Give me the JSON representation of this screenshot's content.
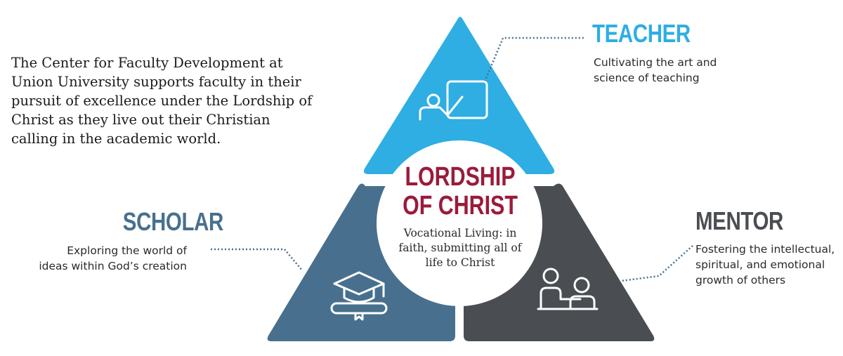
{
  "intro": {
    "text": "The Center for Faculty Development at Union University supports faculty in their pursuit of excellence under the Lordship of Christ as they live out their Christian calling in the academic world."
  },
  "center": {
    "title_line1": "LORDSHIP",
    "title_line2": "OF CHRIST",
    "subtitle": "Vocational Living: in faith, submitting all of life to Christ"
  },
  "roles": {
    "teacher": {
      "title": "TEACHER",
      "description": "Cultivating the art and science of teaching",
      "icon": "teacher-whiteboard-icon"
    },
    "scholar": {
      "title": "SCHOLAR",
      "description": "Exploring the world of ideas within God’s creation",
      "icon": "graduation-cap-diploma-icon"
    },
    "mentor": {
      "title": "MENTOR",
      "description": "Fostering the intellectual, spiritual, and emotional growth of others",
      "icon": "mentor-people-icon"
    }
  },
  "colors": {
    "teacher": "#2eaee3",
    "scholar": "#48708e",
    "mentor": "#4a4e52",
    "accent": "#9b1b3a",
    "connector": "#48708e"
  }
}
